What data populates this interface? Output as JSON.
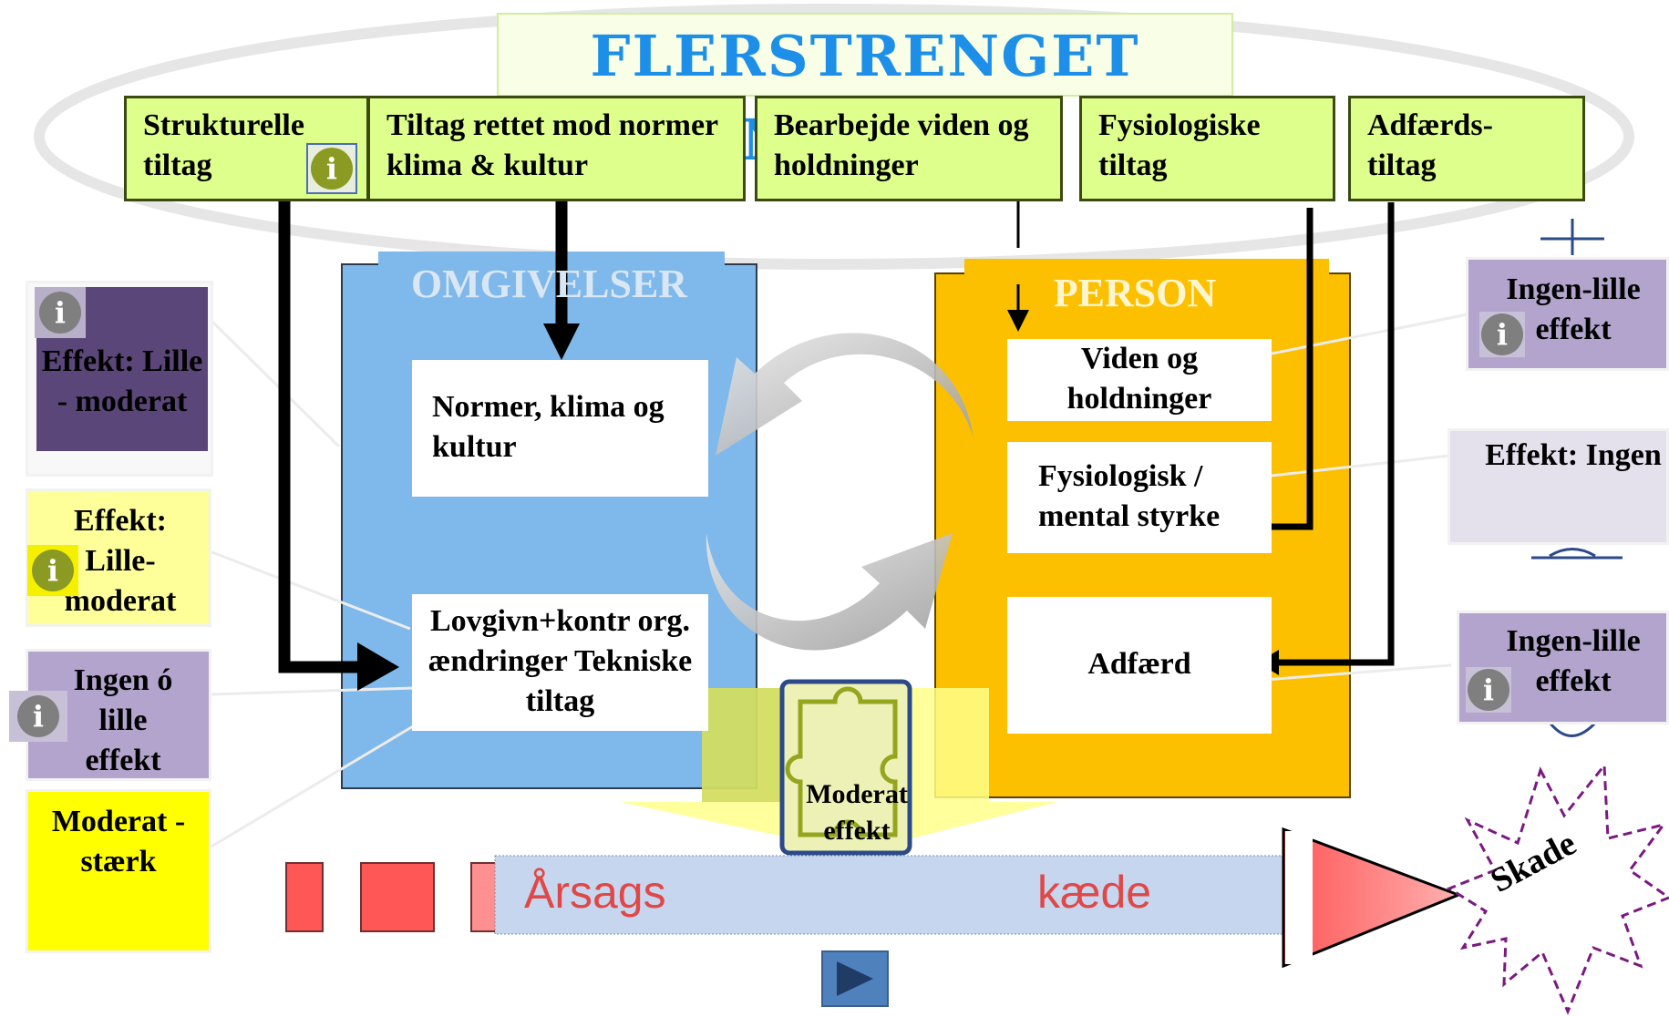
{
  "title": "FLERSTRENGET INDSATS",
  "top_boxes": {
    "strukturelle": "Strukturelle tiltag",
    "normer": "Tiltag rettet mod normer klima & kultur",
    "viden": "Bearbejde viden og holdninger",
    "fysiologiske": "Fysiologiske tiltag",
    "adfaerd": "Adfærds- tiltag"
  },
  "omgivelser": {
    "heading": "OMGIVELSER",
    "normer_box": "Normer, klima og kultur",
    "lovgivning_box": "Lovgivn+kontr org. ændringer Tekniske tiltag"
  },
  "person": {
    "heading": "PERSON",
    "viden_box": "Viden og holdninger",
    "fysiologisk_box": "Fysiologisk / mental styrke",
    "adfaerd_box": "Adfærd"
  },
  "left_effects": {
    "e1": "Effekt: Lille - moderat",
    "e2": "Effekt: Lille- moderat",
    "e3": "Ingen ó lille effekt",
    "e4": "Moderat - stærk"
  },
  "right_effects": {
    "e1": "Ingen-lille effekt",
    "e2": "Effekt: Ingen",
    "e3": "Ingen-lille effekt"
  },
  "center_effect": "Moderat effekt",
  "chain": {
    "word1": "Årsags",
    "word2": "kæde"
  },
  "skade": "Skade",
  "info_icon": "i",
  "colors": {
    "title_blue": "#1d8fe8",
    "green_box": "#dfff8c",
    "omgivelser_blue": "#7fb8ea",
    "person_orange": "#fdc000",
    "purple_dark": "#5a4678",
    "purple_light": "#b2a4cc",
    "yellow_light": "#ffff99",
    "yellow": "#ffff00",
    "chain_bar": "#c6d6ee",
    "chain_text": "#e04848",
    "red_square": "#ff5656",
    "play_button": "#4f81bd"
  }
}
